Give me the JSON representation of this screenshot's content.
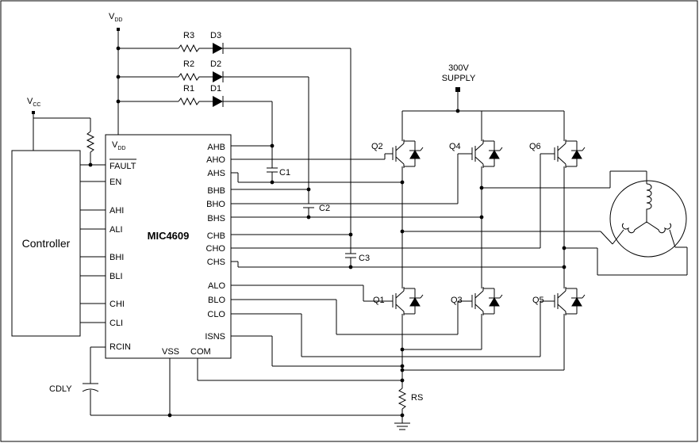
{
  "chip": {
    "name": "MIC4609",
    "vdd": "V",
    "vdd_sub": "DD",
    "fault": "FAULT",
    "pins_left": [
      "EN",
      "AHI",
      "ALI",
      "BHI",
      "BLI",
      "CHI",
      "CLI",
      "RCIN"
    ],
    "pins_right": [
      "AHB",
      "AHO",
      "AHS",
      "BHB",
      "BHO",
      "BHS",
      "CHB",
      "CHO",
      "CHS",
      "ALO",
      "BLO",
      "CLO",
      "ISNS"
    ],
    "vss": "VSS",
    "com": "COM"
  },
  "controller": {
    "label": "Controller"
  },
  "supply": {
    "vdd": "V",
    "vdd_sub": "DD",
    "vcc": "V",
    "vcc_sub": "CC",
    "hv_line1": "300V",
    "hv_line2": "SUPPLY"
  },
  "resistors": [
    "R3",
    "R2",
    "R1",
    "RS"
  ],
  "diodes": [
    "D3",
    "D2",
    "D1"
  ],
  "capacitors": [
    "C1",
    "C2",
    "C3",
    "CDLY"
  ],
  "transistors": [
    "Q2",
    "Q4",
    "Q6",
    "Q1",
    "Q3",
    "Q5"
  ]
}
